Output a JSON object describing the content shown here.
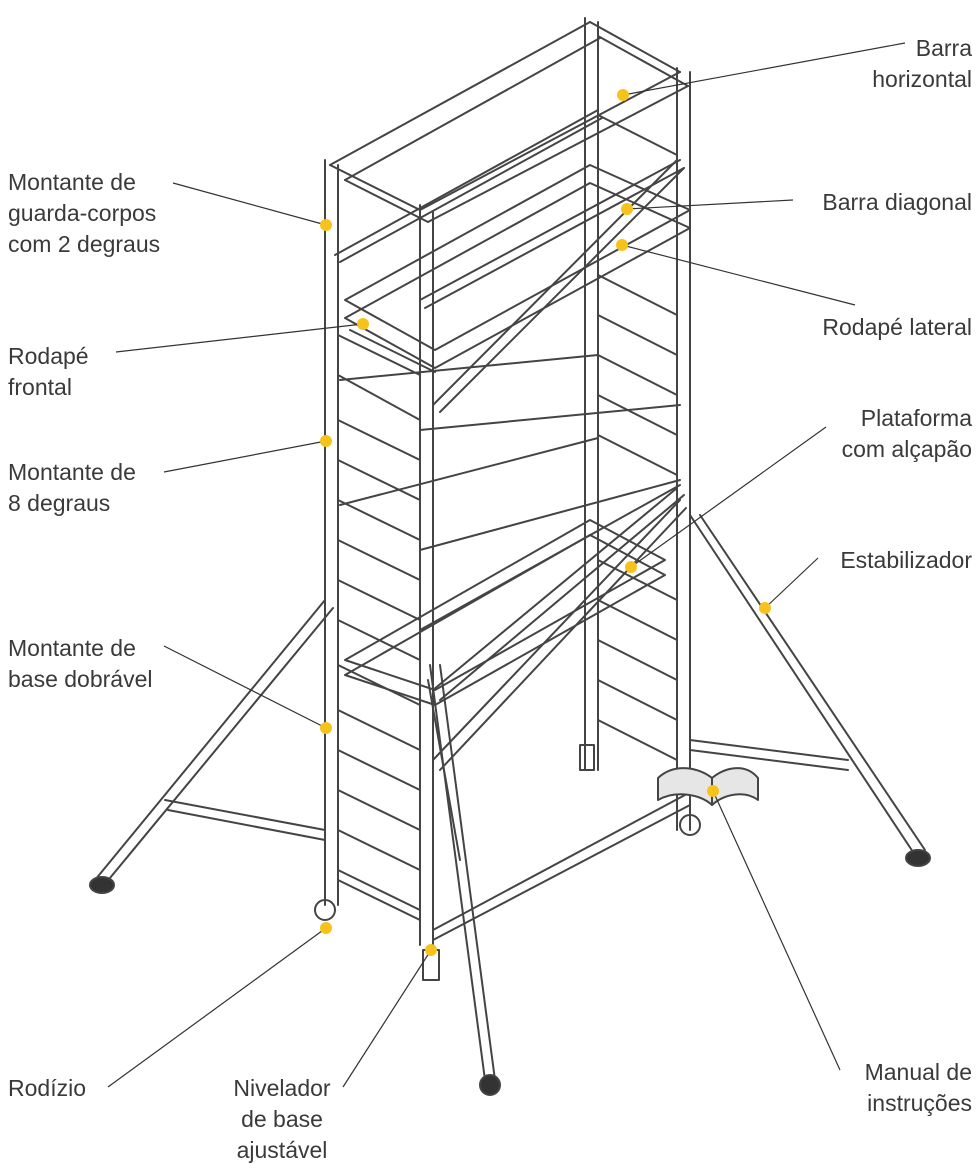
{
  "colors": {
    "accent_dot": "#f7c31b",
    "frame_stroke": "#444444",
    "leader_line": "#333333",
    "text": "#3a3a3a"
  },
  "labels": {
    "barra_horizontal": [
      "Barra",
      "horizontal"
    ],
    "montante_guarda": [
      "Montante de",
      "guarda-corpos",
      "com 2 degraus"
    ],
    "barra_diagonal": [
      "Barra diagonal"
    ],
    "rodape_lateral": [
      "Rodapé lateral"
    ],
    "rodape_frontal": [
      "Rodapé",
      "frontal"
    ],
    "plataforma": [
      "Plataforma",
      "com alçapão"
    ],
    "montante_8": [
      "Montante de",
      "8 degraus"
    ],
    "estabilizador": [
      "Estabilizador"
    ],
    "montante_base": [
      "Montante de",
      "base dobrável"
    ],
    "rodizio": [
      "Rodízio"
    ],
    "nivelador": [
      "Nivelador",
      "de base",
      "ajustável"
    ],
    "manual": [
      "Manual de",
      "instruções"
    ]
  }
}
